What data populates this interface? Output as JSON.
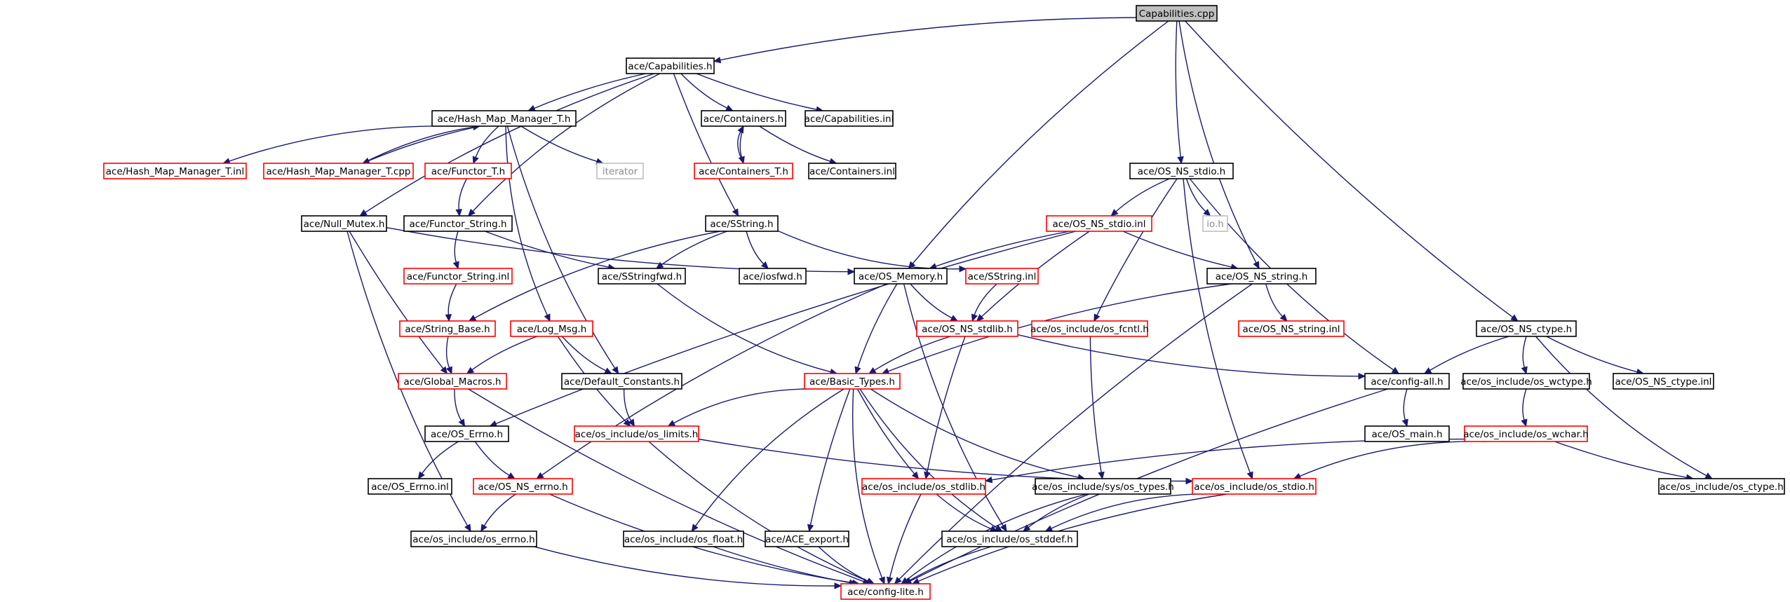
{
  "diagram": {
    "nodes": [
      {
        "id": "cap_cpp",
        "label": "Capabilities.cpp",
        "style": "root"
      },
      {
        "id": "cap_h",
        "label": "ace/Capabilities.h",
        "style": "black"
      },
      {
        "id": "hmm_h",
        "label": "ace/Hash_Map_Manager_T.h",
        "style": "black"
      },
      {
        "id": "cont_h",
        "label": "ace/Containers.h",
        "style": "black"
      },
      {
        "id": "cap_inl",
        "label": "ace/Capabilities.inl",
        "style": "black"
      },
      {
        "id": "hmm_inl",
        "label": "ace/Hash_Map_Manager_T.inl",
        "style": "red"
      },
      {
        "id": "hmm_cpp",
        "label": "ace/Hash_Map_Manager_T.cpp",
        "style": "red"
      },
      {
        "id": "fnc_h",
        "label": "ace/Functor_T.h",
        "style": "red"
      },
      {
        "id": "iterator",
        "label": "iterator",
        "style": "grey"
      },
      {
        "id": "cont_t",
        "label": "ace/Containers_T.h",
        "style": "red"
      },
      {
        "id": "cont_inl",
        "label": "ace/Containers.inl",
        "style": "black"
      },
      {
        "id": "stdio_h",
        "label": "ace/OS_NS_stdio.h",
        "style": "black"
      },
      {
        "id": "nullmx",
        "label": "ace/Null_Mutex.h",
        "style": "black"
      },
      {
        "id": "fstr_h",
        "label": "ace/Functor_String.h",
        "style": "black"
      },
      {
        "id": "sstr_h",
        "label": "ace/SString.h",
        "style": "black"
      },
      {
        "id": "stdio_inl",
        "label": "ace/OS_NS_stdio.inl",
        "style": "red"
      },
      {
        "id": "io_h",
        "label": "io.h",
        "style": "grey"
      },
      {
        "id": "fstr_inl",
        "label": "ace/Functor_String.inl",
        "style": "red"
      },
      {
        "id": "sstrfwd",
        "label": "ace/SStringfwd.h",
        "style": "black"
      },
      {
        "id": "iosfwd",
        "label": "ace/iosfwd.h",
        "style": "black"
      },
      {
        "id": "osmem",
        "label": "ace/OS_Memory.h",
        "style": "black"
      },
      {
        "id": "sstr_inl",
        "label": "ace/SString.inl",
        "style": "red"
      },
      {
        "id": "string_h",
        "label": "ace/OS_NS_string.h",
        "style": "black"
      },
      {
        "id": "strbase",
        "label": "ace/String_Base.h",
        "style": "red"
      },
      {
        "id": "logmsg",
        "label": "ace/Log_Msg.h",
        "style": "red"
      },
      {
        "id": "stdlib_h",
        "label": "ace/OS_NS_stdlib.h",
        "style": "red"
      },
      {
        "id": "fcntl",
        "label": "ace/os_include/os_fcntl.h",
        "style": "red"
      },
      {
        "id": "string_inl",
        "label": "ace/OS_NS_string.inl",
        "style": "red"
      },
      {
        "id": "ctype_h",
        "label": "ace/OS_NS_ctype.h",
        "style": "black"
      },
      {
        "id": "gmac",
        "label": "ace/Global_Macros.h",
        "style": "red"
      },
      {
        "id": "defc",
        "label": "ace/Default_Constants.h",
        "style": "black"
      },
      {
        "id": "btypes",
        "label": "ace/Basic_Types.h",
        "style": "red"
      },
      {
        "id": "cfgall",
        "label": "ace/config-all.h",
        "style": "black"
      },
      {
        "id": "oswctype",
        "label": "ace/os_include/os_wctype.h",
        "style": "black"
      },
      {
        "id": "ctype_inl",
        "label": "ace/OS_NS_ctype.inl",
        "style": "black"
      },
      {
        "id": "oserrno",
        "label": "ace/OS_Errno.h",
        "style": "black"
      },
      {
        "id": "oslimits",
        "label": "ace/os_include/os_limits.h",
        "style": "red"
      },
      {
        "id": "osmain",
        "label": "ace/OS_main.h",
        "style": "black"
      },
      {
        "id": "oswchar",
        "label": "ace/os_include/os_wchar.h",
        "style": "red"
      },
      {
        "id": "oserrno_inl",
        "label": "ace/OS_Errno.inl",
        "style": "black"
      },
      {
        "id": "nserrno",
        "label": "ace/OS_NS_errno.h",
        "style": "red"
      },
      {
        "id": "osstdlib",
        "label": "ace/os_include/os_stdlib.h",
        "style": "red"
      },
      {
        "id": "systypes",
        "label": "ace/os_include/sys/os_types.h",
        "style": "black"
      },
      {
        "id": "osstdio",
        "label": "ace/os_include/os_stdio.h",
        "style": "red"
      },
      {
        "id": "osctype",
        "label": "ace/os_include/os_ctype.h",
        "style": "black"
      },
      {
        "id": "oserrno2",
        "label": "ace/os_include/os_errno.h",
        "style": "black"
      },
      {
        "id": "osfloat",
        "label": "ace/os_include/os_float.h",
        "style": "black"
      },
      {
        "id": "aceexp",
        "label": "ace/ACE_export.h",
        "style": "black"
      },
      {
        "id": "osstddef",
        "label": "ace/os_include/os_stddef.h",
        "style": "black"
      },
      {
        "id": "cfglite",
        "label": "ace/config-lite.h",
        "style": "red"
      }
    ],
    "edges": [
      [
        "cap_cpp",
        "cap_h"
      ],
      [
        "cap_cpp",
        "osmem"
      ],
      [
        "cap_cpp",
        "stdio_h"
      ],
      [
        "cap_cpp",
        "string_h"
      ],
      [
        "cap_cpp",
        "ctype_h"
      ],
      [
        "cap_h",
        "hmm_h"
      ],
      [
        "cap_h",
        "cont_h"
      ],
      [
        "cap_h",
        "cap_inl"
      ],
      [
        "cap_h",
        "sstr_h"
      ],
      [
        "cap_h",
        "nullmx"
      ],
      [
        "cap_h",
        "fstr_h"
      ],
      [
        "hmm_h",
        "hmm_inl"
      ],
      [
        "hmm_h",
        "hmm_cpp"
      ],
      [
        "hmm_cpp",
        "hmm_h"
      ],
      [
        "hmm_h",
        "fnc_h"
      ],
      [
        "hmm_h",
        "iterator"
      ],
      [
        "hmm_h",
        "logmsg"
      ],
      [
        "hmm_h",
        "defc"
      ],
      [
        "cont_h",
        "cont_t"
      ],
      [
        "cont_t",
        "cont_h"
      ],
      [
        "cont_h",
        "cont_inl"
      ],
      [
        "fnc_h",
        "fstr_h"
      ],
      [
        "nullmx",
        "osmem"
      ],
      [
        "nullmx",
        "gmac"
      ],
      [
        "nullmx",
        "oserrno2"
      ],
      [
        "fstr_h",
        "fstr_inl"
      ],
      [
        "fstr_h",
        "sstrfwd"
      ],
      [
        "fstr_inl",
        "strbase"
      ],
      [
        "sstr_h",
        "sstrfwd"
      ],
      [
        "sstr_h",
        "iosfwd"
      ],
      [
        "sstr_h",
        "sstr_inl"
      ],
      [
        "sstr_h",
        "strbase"
      ],
      [
        "stdio_h",
        "stdio_inl"
      ],
      [
        "stdio_h",
        "io_h"
      ],
      [
        "stdio_h",
        "cfgall"
      ],
      [
        "stdio_h",
        "osstdio"
      ],
      [
        "stdio_h",
        "fcntl"
      ],
      [
        "stdio_inl",
        "osmem"
      ],
      [
        "stdio_inl",
        "string_h"
      ],
      [
        "stdio_inl",
        "stdlib_h"
      ],
      [
        "stdio_inl",
        "oserrno"
      ],
      [
        "sstrfwd",
        "btypes"
      ],
      [
        "osmem",
        "btypes"
      ],
      [
        "osmem",
        "stdlib_h"
      ],
      [
        "osmem",
        "osstddef"
      ],
      [
        "osmem",
        "nserrno"
      ],
      [
        "sstr_inl",
        "stdlib_h"
      ],
      [
        "string_h",
        "string_inl"
      ],
      [
        "string_h",
        "btypes"
      ],
      [
        "string_h",
        "cfglite"
      ],
      [
        "strbase",
        "gmac"
      ],
      [
        "logmsg",
        "gmac"
      ],
      [
        "logmsg",
        "defc"
      ],
      [
        "logmsg",
        "oslimits"
      ],
      [
        "stdlib_h",
        "btypes"
      ],
      [
        "stdlib_h",
        "cfgall"
      ],
      [
        "stdlib_h",
        "osstdlib"
      ],
      [
        "fcntl",
        "systypes"
      ],
      [
        "ctype_h",
        "cfgall"
      ],
      [
        "ctype_h",
        "oswctype"
      ],
      [
        "ctype_h",
        "ctype_inl"
      ],
      [
        "ctype_h",
        "osctype"
      ],
      [
        "gmac",
        "oserrno"
      ],
      [
        "gmac",
        "cfglite"
      ],
      [
        "defc",
        "oslimits"
      ],
      [
        "btypes",
        "oslimits"
      ],
      [
        "btypes",
        "osstdlib"
      ],
      [
        "btypes",
        "systypes"
      ],
      [
        "btypes",
        "osfloat"
      ],
      [
        "btypes",
        "aceexp"
      ],
      [
        "btypes",
        "cfglite"
      ],
      [
        "btypes",
        "osstddef"
      ],
      [
        "cfgall",
        "osmain"
      ],
      [
        "cfgall",
        "cfglite"
      ],
      [
        "oswctype",
        "oswchar"
      ],
      [
        "oserrno",
        "oserrno_inl"
      ],
      [
        "oserrno",
        "nserrno"
      ],
      [
        "oslimits",
        "osstdio"
      ],
      [
        "oslimits",
        "cfglite"
      ],
      [
        "oswchar",
        "osstdlib"
      ],
      [
        "oswchar",
        "osstdio"
      ],
      [
        "oswchar",
        "osctype"
      ],
      [
        "nserrno",
        "oserrno2"
      ],
      [
        "nserrno",
        "cfglite"
      ],
      [
        "osstdlib",
        "osstddef"
      ],
      [
        "osstdlib",
        "cfglite"
      ],
      [
        "systypes",
        "osstddef"
      ],
      [
        "systypes",
        "cfglite"
      ],
      [
        "osstdio",
        "osstddef"
      ],
      [
        "osstdio",
        "cfglite"
      ],
      [
        "oserrno2",
        "cfglite"
      ],
      [
        "osfloat",
        "cfglite"
      ],
      [
        "aceexp",
        "cfglite"
      ],
      [
        "osstddef",
        "cfglite"
      ]
    ]
  }
}
